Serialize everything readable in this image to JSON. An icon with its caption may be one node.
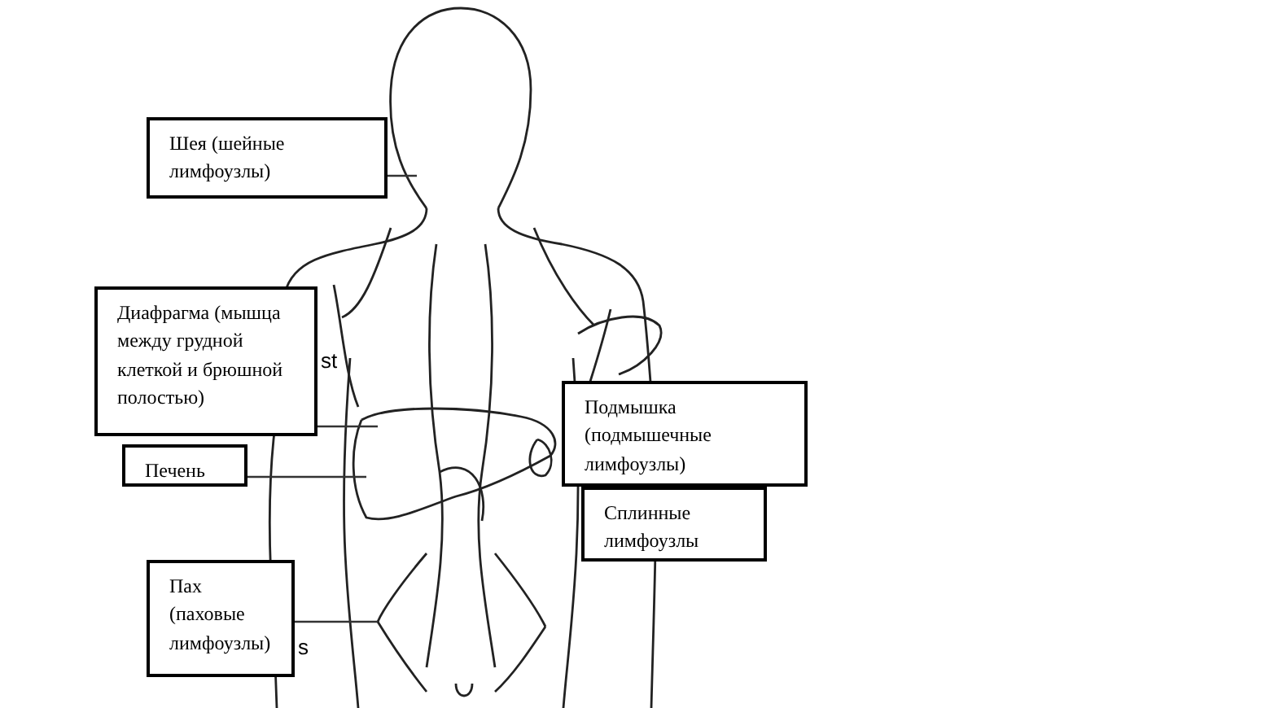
{
  "diagram": {
    "nodes": [
      {
        "text": [
          "Шея (шейные лимфоузлы)"
        ]
      },
      {
        "text": [
          "Диафрагма (мышца между грудной клеткой и брюшной полостью)"
        ]
      },
      {
        "text": [
          "Печень"
        ]
      },
      {
        "text": [
          "Подмышка (подмышечные лимфоузлы)"
        ]
      },
      {
        "text": [
          "Сплинные лимфоузлы"
        ]
      },
      {
        "text": [
          "Пах (паховые лимфоузлы)"
        ]
      }
    ],
    "edges": [
      {
        "from": 0,
        "to": null,
        "arrow": "none"
      },
      {
        "from": 1,
        "to": null,
        "arrow": "none"
      },
      {
        "from": 2,
        "to": null,
        "arrow": "none"
      },
      {
        "from": 5,
        "to": null,
        "arrow": "none"
      }
    ],
    "labels": [
      "st",
      "s"
    ]
  }
}
